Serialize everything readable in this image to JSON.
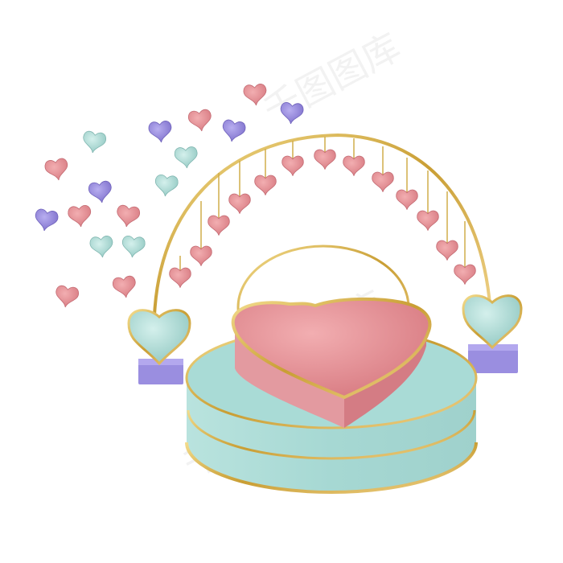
{
  "scene": {
    "description_name": "valentine-podium-render",
    "colors": {
      "background": "#ffffff",
      "pink": "#e29196",
      "pink_dark": "#c9767d",
      "pink_light": "#f0a9ad",
      "mint": "#a9dbd6",
      "mint_dark": "#8cc4bf",
      "mint_light": "#c7ebe7",
      "purple": "#9b8fe0",
      "purple_dark": "#7f72c9",
      "gold": "#d4b04a",
      "gold_light": "#f0d88a"
    }
  },
  "watermark": {
    "text_top": "千图图库",
    "text_middle": "千图图库",
    "text_bottom": "千图图库"
  }
}
